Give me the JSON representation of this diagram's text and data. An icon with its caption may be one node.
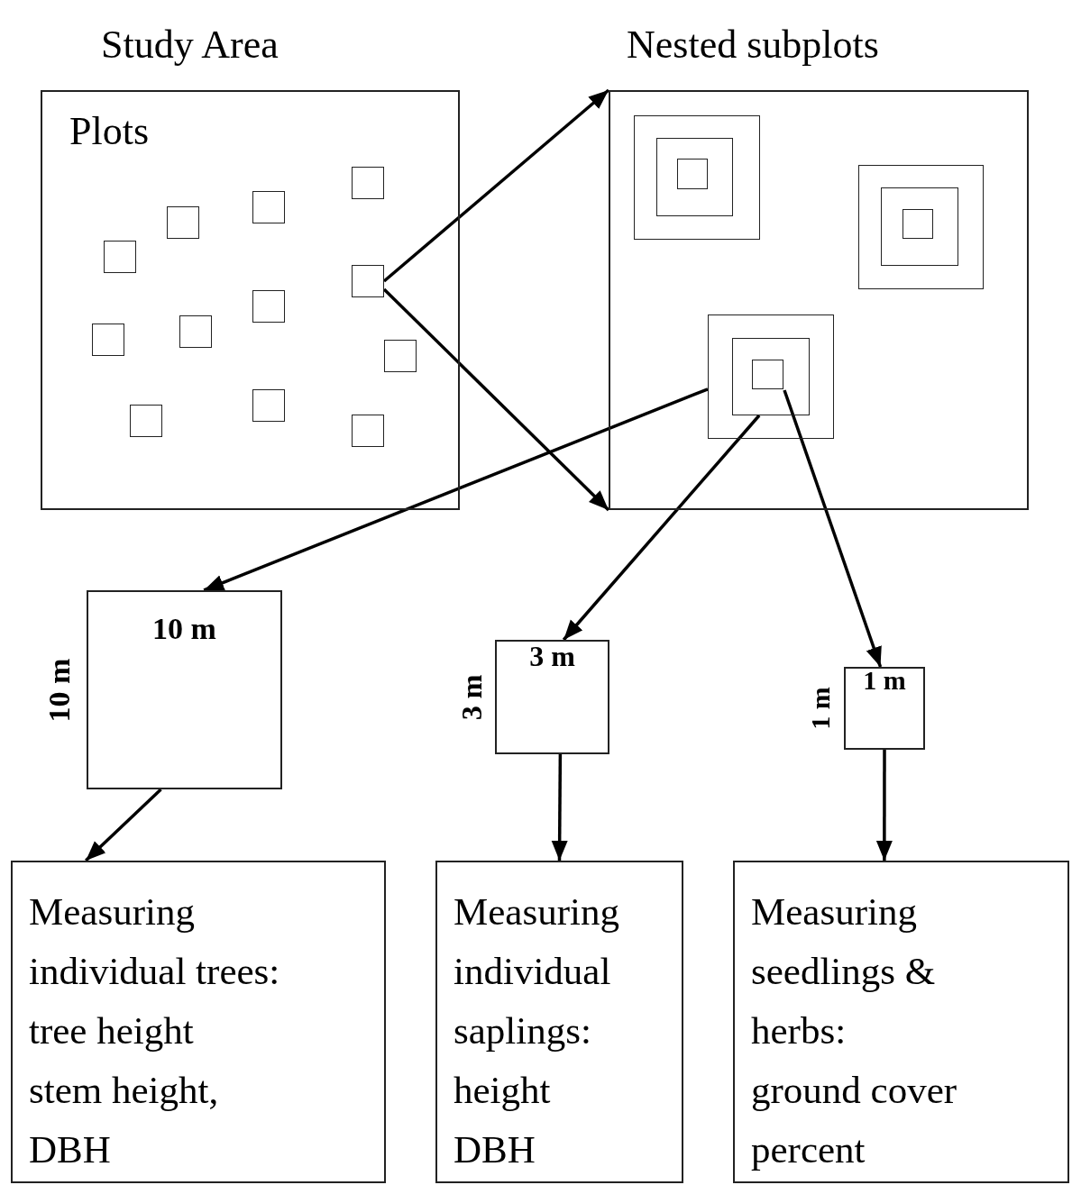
{
  "diagram": {
    "nodes": [
      {
        "text": [
          "Study Area",
          "Plots"
        ]
      },
      {
        "text": [],
        "shape": "box",
        "in": 0
      },
      {
        "text": [],
        "shape": "box",
        "in": 0
      },
      {
        "text": [],
        "shape": "box",
        "in": 0
      },
      {
        "text": [],
        "shape": "box",
        "in": 0
      },
      {
        "text": [],
        "shape": "box",
        "in": 0
      },
      {
        "text": [],
        "shape": "box",
        "in": 0
      },
      {
        "text": [],
        "shape": "box",
        "in": 0
      },
      {
        "text": [],
        "shape": "box",
        "in": 0
      },
      {
        "text": [],
        "shape": "box",
        "in": 0
      },
      {
        "text": [],
        "shape": "box",
        "in": 0
      },
      {
        "text": [],
        "shape": "box",
        "in": 0
      },
      {
        "text": [],
        "shape": "box",
        "in": 0
      },
      {
        "text": [
          "Nested subplots"
        ]
      },
      {
        "text": [],
        "shape": "box",
        "in": 13
      },
      {
        "text": [],
        "shape": "box",
        "in": 14
      },
      {
        "text": [],
        "shape": "box",
        "in": 15
      },
      {
        "text": [],
        "shape": "box",
        "in": 13
      },
      {
        "text": [],
        "shape": "box",
        "in": 17
      },
      {
        "text": [],
        "shape": "box",
        "in": 18
      },
      {
        "text": [],
        "shape": "box",
        "in": 13
      },
      {
        "text": [],
        "shape": "box",
        "in": 20
      },
      {
        "text": [],
        "shape": "box",
        "in": 21
      },
      {
        "text": [
          "10 m"
        ],
        "beside": [
          "10 m"
        ]
      },
      {
        "text": [
          "3 m"
        ],
        "beside": [
          "3 m"
        ]
      },
      {
        "text": [
          "1 m"
        ],
        "beside": [
          "1 m"
        ]
      },
      {
        "text": [
          "Measuring individual trees:",
          "tree height",
          "stem height,",
          "DBH"
        ]
      },
      {
        "text": [
          "Measuring individual saplings:",
          "height",
          "DBH"
        ]
      },
      {
        "text": [
          "Measuring seedlings & herbs:",
          "ground cover percent"
        ]
      }
    ],
    "edges": [
      {
        "from": 5,
        "to": 13,
        "arrow": "to"
      },
      {
        "from": 5,
        "to": 13,
        "arrow": "to"
      },
      {
        "from": 20,
        "to": 23,
        "arrow": "to"
      },
      {
        "from": 21,
        "to": 24,
        "arrow": "to"
      },
      {
        "from": 22,
        "to": 25,
        "arrow": "to"
      },
      {
        "from": 23,
        "to": 26,
        "arrow": "to"
      },
      {
        "from": 24,
        "to": 27,
        "arrow": "to"
      },
      {
        "from": 25,
        "to": 28,
        "arrow": "to"
      }
    ]
  }
}
